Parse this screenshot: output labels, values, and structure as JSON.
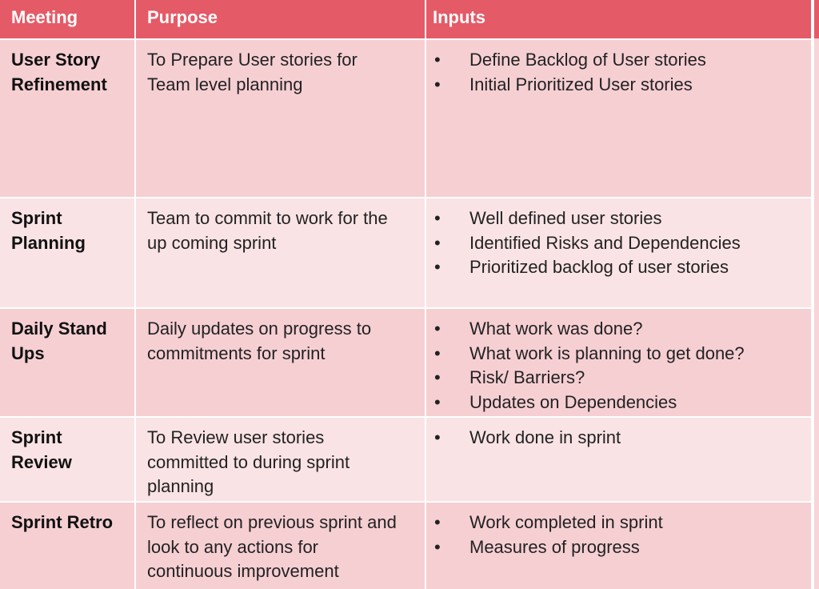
{
  "header": {
    "meeting": "Meeting",
    "purpose": "Purpose",
    "inputs": "Inputs"
  },
  "rows": [
    {
      "meeting": [
        "User Story",
        "Refinement"
      ],
      "purpose": [
        "To Prepare User stories for",
        "Team level planning"
      ],
      "inputs": [
        "Define Backlog of User stories",
        "Initial Prioritized User stories"
      ]
    },
    {
      "meeting": [
        "Sprint",
        "Planning"
      ],
      "purpose": [
        "Team to commit to work for the",
        "up coming sprint"
      ],
      "inputs": [
        "Well defined user stories",
        "Identified Risks and Dependencies",
        "Prioritized backlog of user stories"
      ]
    },
    {
      "meeting": [
        "Daily Stand",
        "Ups"
      ],
      "purpose": [
        "Daily updates on progress to",
        "commitments for sprint"
      ],
      "inputs": [
        "What work was done?",
        "What work is planning to get done?",
        "Risk/ Barriers?",
        "Updates on Dependencies"
      ]
    },
    {
      "meeting": [
        "Sprint",
        "Review"
      ],
      "purpose": [
        "To Review user stories",
        "committed to during sprint",
        "planning"
      ],
      "inputs": [
        "Work done in sprint"
      ]
    },
    {
      "meeting": [
        "Sprint Retro"
      ],
      "purpose": [
        "To reflect on previous sprint and",
        "look to any actions for",
        "continuous improvement"
      ],
      "inputs": [
        "Work completed in sprint",
        "Measures of progress"
      ]
    }
  ],
  "bullet": "•",
  "colors": {
    "header": "#e55a67",
    "row_dark": "#f6cfd3",
    "row_light": "#fae3e5"
  }
}
